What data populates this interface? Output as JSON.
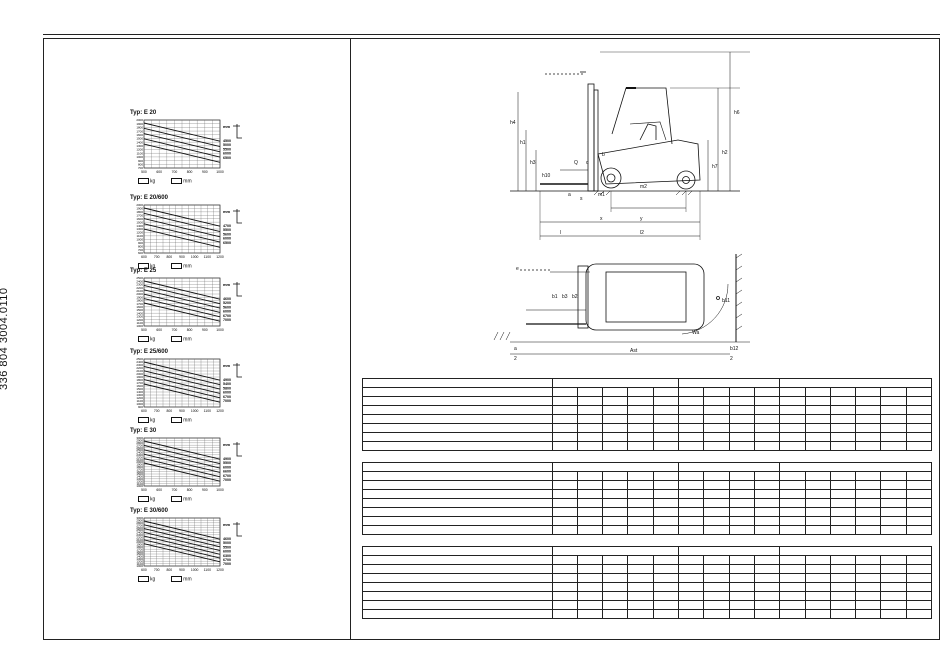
{
  "document": {
    "doc_number": "336 804 3004.0110"
  },
  "charts": [
    {
      "title": "Typ: E 20",
      "heights": [
        "4500",
        "5000",
        "5500",
        "6000",
        "6500"
      ],
      "unit_mm": "mm",
      "x_ticks": [
        "500",
        "600",
        "700",
        "800",
        "900",
        "1000"
      ],
      "y_ticks": [
        "2000",
        "1900",
        "1800",
        "1700",
        "1600",
        "1500",
        "1400",
        "1300",
        "1200",
        "1100",
        "1000",
        "900",
        "800",
        "700"
      ],
      "legend_load": "kg",
      "legend_dist": "mm"
    },
    {
      "title": "Typ: E 20/600",
      "heights": [
        "4700",
        "5500",
        "5600",
        "6000",
        "6500"
      ],
      "unit_mm": "mm",
      "x_ticks": [
        "600",
        "700",
        "800",
        "900",
        "1000",
        "1100",
        "1200"
      ],
      "y_ticks": [
        "2000",
        "1900",
        "1800",
        "1700",
        "1600",
        "1500",
        "1400",
        "1300",
        "1200",
        "1100",
        "1000",
        "900",
        "800",
        "700",
        "600"
      ],
      "legend_load": "kg",
      "legend_dist": "mm"
    },
    {
      "title": "Typ: E 25",
      "heights": [
        "4600",
        "5200",
        "5600",
        "6000",
        "6700",
        "7000"
      ],
      "unit_mm": "mm",
      "x_ticks": [
        "500",
        "600",
        "700",
        "800",
        "900",
        "1000"
      ],
      "y_ticks": [
        "2500",
        "2400",
        "2300",
        "2200",
        "2100",
        "2000",
        "1900",
        "1800",
        "1700",
        "1600",
        "1500",
        "1400",
        "1300",
        "1200",
        "1100",
        "1000"
      ],
      "legend_load": "kg",
      "legend_dist": "mm"
    },
    {
      "title": "Typ: E 25/600",
      "heights": [
        "4900",
        "5400",
        "5800",
        "6000",
        "6700",
        "7000"
      ],
      "unit_mm": "mm",
      "x_ticks": [
        "600",
        "700",
        "800",
        "900",
        "1000",
        "1100",
        "1200"
      ],
      "y_ticks": [
        "2500",
        "2400",
        "2300",
        "2200",
        "2100",
        "2000",
        "1900",
        "1800",
        "1700",
        "1600",
        "1500",
        "1400",
        "1300",
        "1200",
        "1100",
        "1000",
        "900"
      ],
      "legend_load": "kg",
      "legend_dist": "mm"
    },
    {
      "title": "Typ: E 30",
      "heights": [
        "4900",
        "5500",
        "6000",
        "6600",
        "6700",
        "7000"
      ],
      "unit_mm": "mm",
      "x_ticks": [
        "500",
        "600",
        "700",
        "800",
        "900",
        "1000"
      ],
      "y_ticks": [
        "3000",
        "2900",
        "2800",
        "2700",
        "2600",
        "2500",
        "2400",
        "2300",
        "2200",
        "2100",
        "2000",
        "1900",
        "1800",
        "1700",
        "1600",
        "1500",
        "1400",
        "1300",
        "1200",
        "1100",
        "1000"
      ],
      "legend_load": "kg",
      "legend_dist": "mm"
    },
    {
      "title": "Typ: E 30/600",
      "heights": [
        "4600",
        "5000",
        "5500",
        "6000",
        "6300",
        "6700",
        "7000"
      ],
      "unit_mm": "mm",
      "x_ticks": [
        "600",
        "700",
        "800",
        "900",
        "1000",
        "1100",
        "1200"
      ],
      "y_ticks": [
        "3000",
        "2900",
        "2800",
        "2700",
        "2600",
        "2500",
        "2400",
        "2300",
        "2200",
        "2100",
        "2000",
        "1900",
        "1800",
        "1700",
        "1600",
        "1500",
        "1400",
        "1300",
        "1200",
        "1100",
        "1000"
      ],
      "legend_load": "kg",
      "legend_dist": "mm"
    }
  ],
  "drawing": {
    "side_labels": [
      "h4",
      "h1",
      "h3",
      "h6",
      "h2",
      "h7",
      "a",
      "s",
      "m1",
      "m2",
      "x",
      "y",
      "l",
      "l2",
      "Q",
      "c",
      "h10",
      "b"
    ],
    "top_labels": [
      "e",
      "b1",
      "b3",
      "b2",
      "b11",
      "Wa",
      "Ast",
      "a",
      "b12"
    ],
    "fraction_half": "2"
  }
}
